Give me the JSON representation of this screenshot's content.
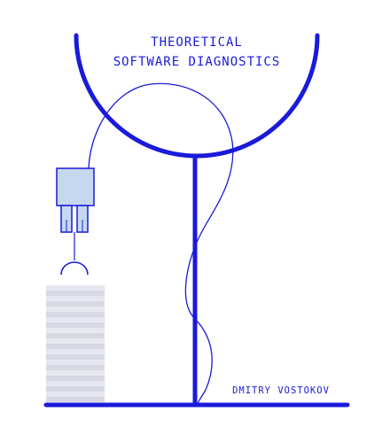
{
  "cover": {
    "title_line_1": "THEORETICAL",
    "title_line_2": "SOFTWARE DIAGNOSTICS",
    "author": "DMITRY VOSTOKOV"
  },
  "colors": {
    "primary_blue": "#1a1adb",
    "socket_fill": "#c5d8f0",
    "stripe_light": "#e7e8ef",
    "stripe_dark": "#d6d8e4",
    "background": "#ffffff"
  }
}
